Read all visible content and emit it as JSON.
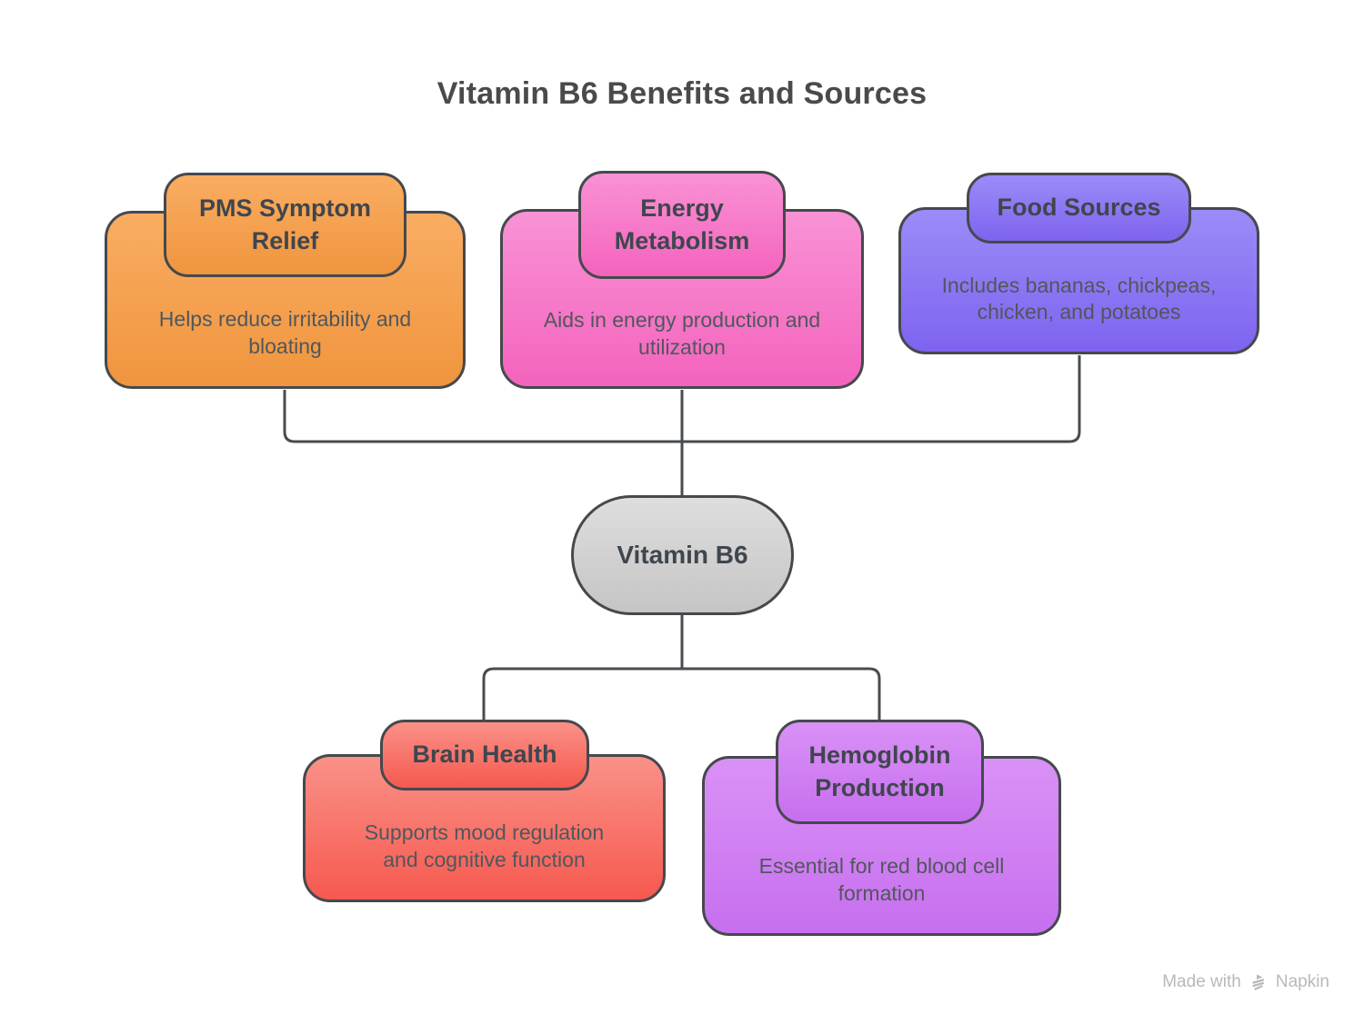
{
  "title": "Vitamin B6 Benefits and Sources",
  "center": {
    "label": "Vitamin B6"
  },
  "nodes": [
    {
      "id": "pms-symptom-relief",
      "title": "PMS Symptom Relief",
      "description": "Helps reduce irritability and bloating",
      "fill_top": "#f9ad62",
      "fill_bottom": "#f0953e"
    },
    {
      "id": "energy-metabolism",
      "title": "Energy Metabolism",
      "description": "Aids in energy production and utilization",
      "fill_top": "#f992d5",
      "fill_bottom": "#f463bd"
    },
    {
      "id": "food-sources",
      "title": "Food Sources",
      "description": "Includes bananas, chickpeas, chicken, and potatoes",
      "fill_top": "#9a8cf8",
      "fill_bottom": "#7f63ef"
    },
    {
      "id": "brain-health",
      "title": "Brain Health",
      "description": "Supports mood regulation and cognitive function",
      "fill_top": "#fa9188",
      "fill_bottom": "#f6594f"
    },
    {
      "id": "hemoglobin-production",
      "title": "Hemoglobin Production",
      "description": "Essential for red blood cell formation",
      "fill_top": "#d991f6",
      "fill_bottom": "#c76fef"
    }
  ],
  "connections": [
    {
      "from": "Vitamin B6",
      "to": "PMS Symptom Relief"
    },
    {
      "from": "Vitamin B6",
      "to": "Energy Metabolism"
    },
    {
      "from": "Vitamin B6",
      "to": "Food Sources"
    },
    {
      "from": "Vitamin B6",
      "to": "Brain Health"
    },
    {
      "from": "Vitamin B6",
      "to": "Hemoglobin Production"
    }
  ],
  "watermark": {
    "prefix": "Made with",
    "brand": "Napkin"
  },
  "colors": {
    "node_border": "#45494d",
    "connector": "#484c50",
    "title_text": "#4a4a4a",
    "header_text": "#3f464d",
    "body_text": "#50575c",
    "center_fill_top": "#dedede",
    "center_fill_bottom": "#c5c5c5",
    "watermark_text": "#b9b9b9",
    "background": "#ffffff"
  }
}
